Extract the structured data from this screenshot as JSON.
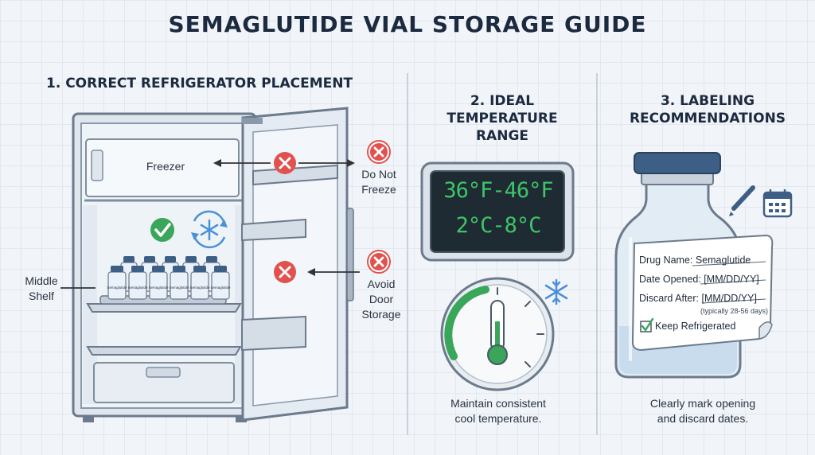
{
  "title": "SEMAGLUTIDE VIAL STORAGE GUIDE",
  "sections": {
    "placement": {
      "heading": "1. CORRECT REFRIGERATOR PLACEMENT",
      "freezer_label": "Freezer",
      "middle_shelf_label": "Middle\nShelf",
      "do_not_freeze_label": "Do Not\nFreeze",
      "avoid_door_label": "Avoid\nDoor\nStorage",
      "vial_label": "Semaglutide"
    },
    "temperature": {
      "heading": "2. IDEAL\nTEMPERATURE\nRANGE",
      "display_f": "36°F-46°F",
      "display_c": "2°C-8°C",
      "caption": "Maintain consistent\ncool temperature."
    },
    "labeling": {
      "heading": "3. LABELING\nRECOMMENDATIONS",
      "tag": {
        "drug_name": "Drug Name: Semaglutide",
        "date_opened": "Date Opened: [MM/DD/YY]",
        "discard_after": "Discard After: [MM/DD/YY]",
        "discard_note": "(typically 28-56 days)",
        "keep_refrigerated": "Keep Refrigerated"
      },
      "caption": "Clearly mark opening\nand discard dates."
    }
  },
  "colors": {
    "accent_green": "#3aa65a",
    "warning_red": "#e0524f",
    "lcd_green": "#3ec46a",
    "ice_blue": "#4a90d9"
  },
  "icons": [
    "check-icon",
    "snowflake-icon",
    "x-icon",
    "pencil-icon",
    "calendar-icon",
    "thermometer-icon"
  ]
}
